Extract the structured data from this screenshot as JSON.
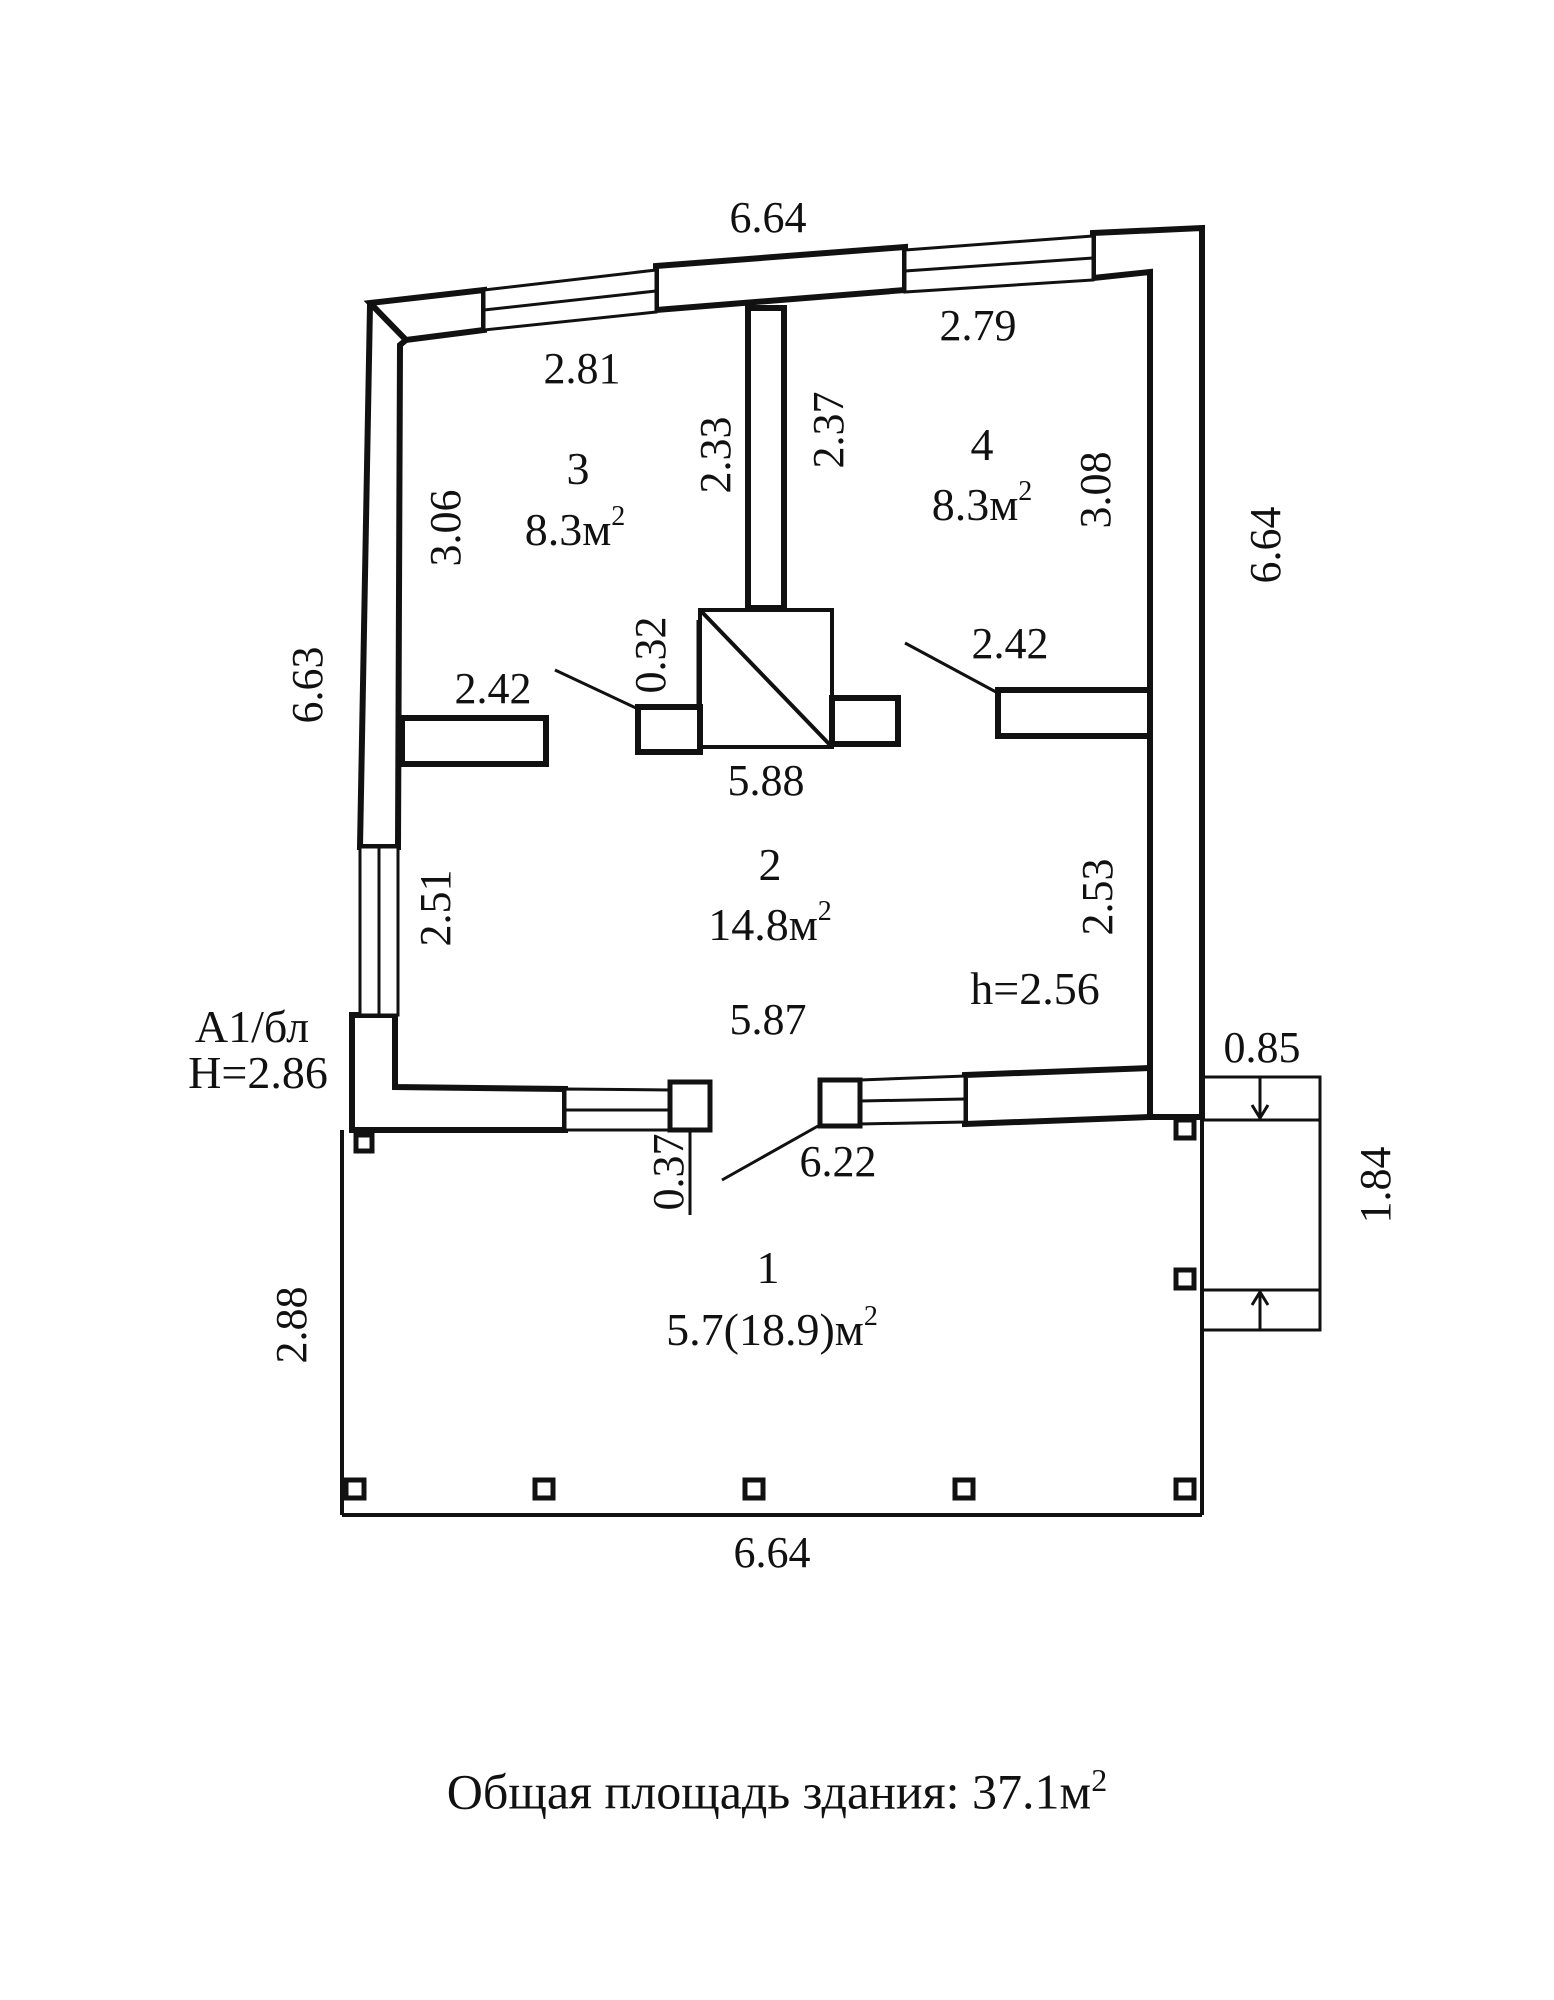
{
  "plan": {
    "rooms": [
      {
        "number": "1",
        "area": "5.7(18.9)м",
        "exp": "2"
      },
      {
        "number": "2",
        "area": "14.8м",
        "exp": "2"
      },
      {
        "number": "3",
        "area": "8.3м",
        "exp": "2"
      },
      {
        "number": "4",
        "area": "8.3м",
        "exp": "2"
      }
    ],
    "dimensions": {
      "top_outer": "6.64",
      "room3_top": "2.81",
      "room4_top": "2.79",
      "room3_left": "3.06",
      "room3_right": "2.33",
      "room4_left": "2.37",
      "room4_right": "3.08",
      "right_outer": "6.64",
      "left_outer": "6.63",
      "door3_width": "2.42",
      "door4_width": "2.42",
      "chimney_gap": "0.32",
      "hall_top": "5.88",
      "hall_left": "2.51",
      "hall_right": "2.53",
      "hall_bottom": "5.87",
      "wall_thickness": "0.37",
      "porch_width": "6.22",
      "veranda_left": "2.88",
      "bottom_outer": "6.64",
      "steps_width": "0.85",
      "steps_length": "1.84"
    },
    "heights": {
      "building_code": "А1/бл",
      "building_height": "H=2.86",
      "room_height": "h=2.56"
    }
  },
  "footer": {
    "total_area_label": "Общая площадь здания: 37.1м",
    "total_area_exp": "2"
  }
}
